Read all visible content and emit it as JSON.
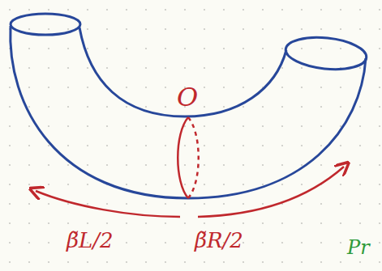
{
  "diagram": {
    "labels": [
      "O",
      "β̃L/2",
      "β̃R/2",
      "Pr"
    ]
  }
}
